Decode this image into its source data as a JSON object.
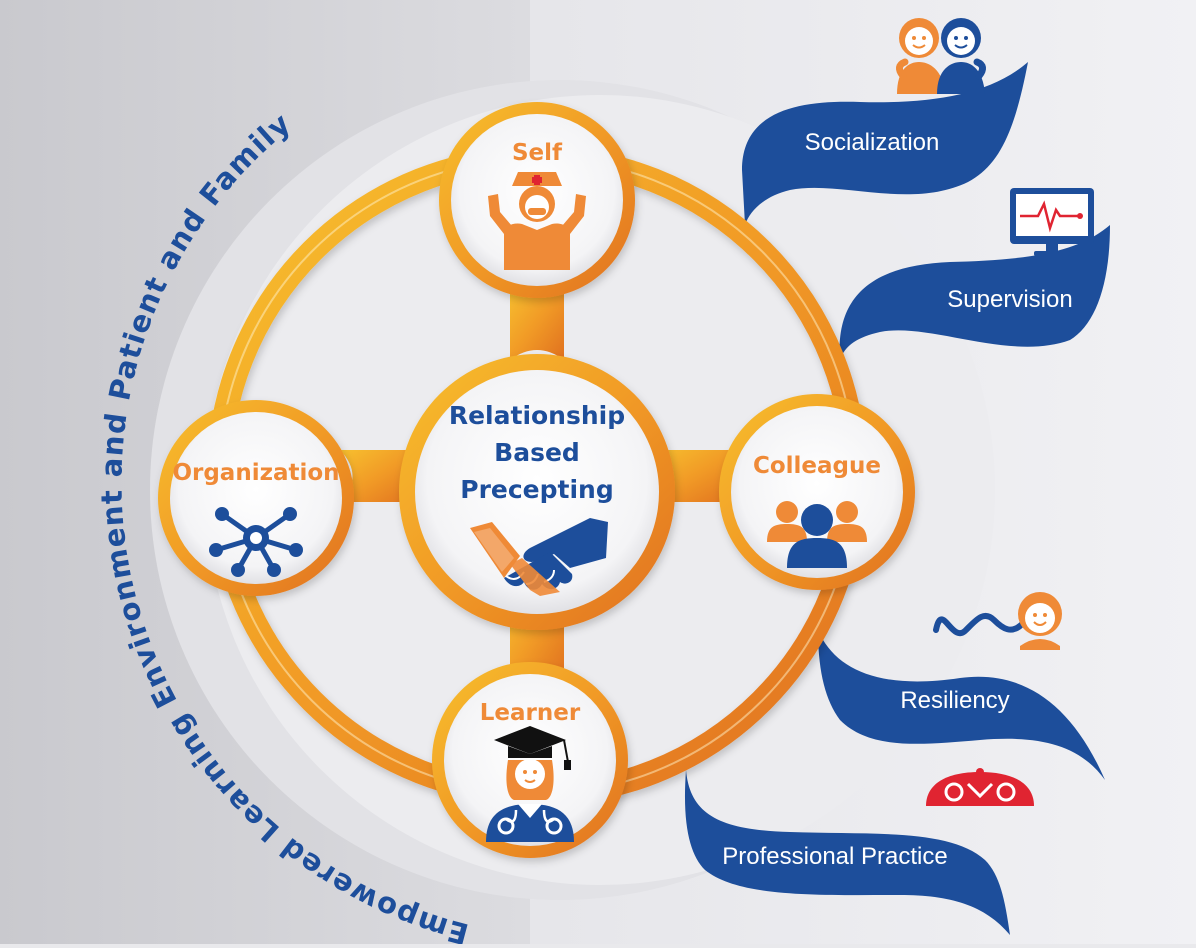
{
  "arc_text": "Empowered Learning Environment and Patient and Family",
  "center": {
    "lines": [
      "Relationship",
      "Based",
      "Precepting"
    ]
  },
  "nodes": {
    "self": "Self",
    "organization": "Organization",
    "colleague": "Colleague",
    "learner": "Learner"
  },
  "ribbons": {
    "socialization": "Socialization",
    "supervision": "Supervision",
    "resiliency": "Resiliency",
    "professional_practice": "Professional Practice"
  },
  "colors": {
    "blue": "#1d4e9b",
    "orange": "#ef8a37",
    "ring": "#f2a623",
    "red": "#e02431"
  }
}
